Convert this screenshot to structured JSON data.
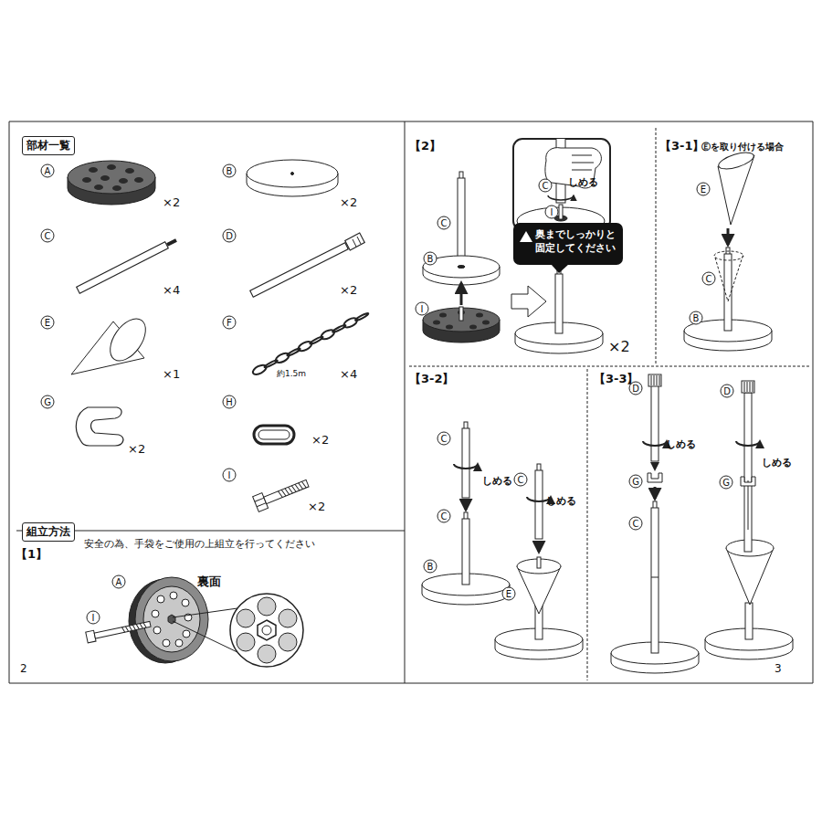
{
  "diagram": {
    "nodes": [
      {
        "text": [
          "部材一覧"
        ]
      },
      {
        "text": [
          "組立方法"
        ]
      },
      {
        "text": [
          "奥までしっかりと 固定してください"
        ]
      }
    ],
    "labels": [
      "A",
      "×2",
      "B",
      "×2",
      "C",
      "×4",
      "D",
      "×2",
      "E",
      "×1",
      "F",
      "約1.5m",
      "×4",
      "G",
      "×2",
      "H",
      "×2",
      "I",
      "×2",
      "【1】",
      "安全の為、手袋をご使用の上組立を行ってください",
      "A",
      "裏面",
      "I",
      "2",
      "【2】",
      "C",
      "しめる",
      "I",
      "C",
      "B",
      "I",
      "×2",
      "【3-1】",
      "Ⓔを取り付ける場合",
      "E",
      "C",
      "B",
      "【3-2】",
      "C",
      "しめる",
      "C",
      "B",
      "C",
      "しめる",
      "E",
      "【3-3】",
      "D",
      "しめる",
      "G",
      "C",
      "D",
      "しめる",
      "G",
      "3"
    ]
  }
}
